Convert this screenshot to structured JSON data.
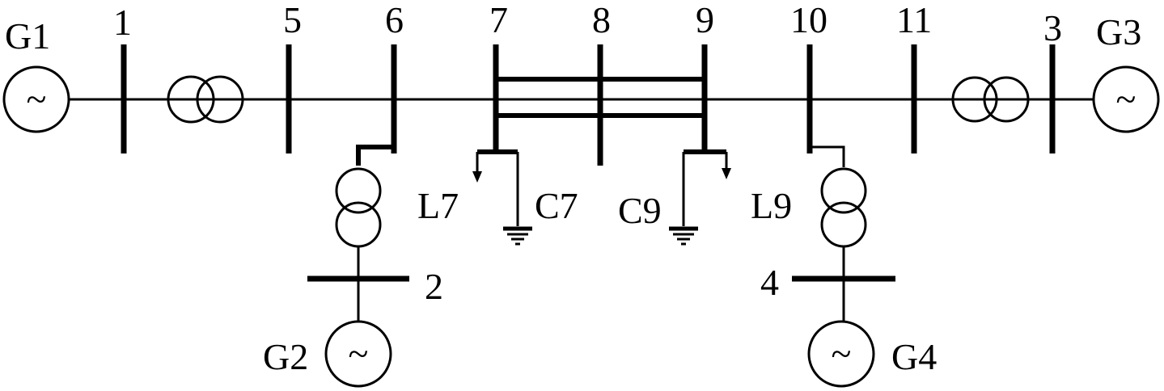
{
  "buses": {
    "b1": "1",
    "b5": "5",
    "b6": "6",
    "b7": "7",
    "b8": "8",
    "b9": "9",
    "b10": "10",
    "b11": "11",
    "b3": "3",
    "b2": "2",
    "b4": "4"
  },
  "generators": {
    "g1": "G1",
    "g2": "G2",
    "g3": "G3",
    "g4": "G4"
  },
  "loads": {
    "l7": "L7",
    "l9": "L9"
  },
  "capacitors": {
    "c7": "C7",
    "c9": "C9"
  },
  "icons": {
    "generator": "generator-icon (circle with tilde)",
    "transformer": "transformer-icon (two overlapping circles)",
    "load": "load-arrow-icon",
    "capacitor": "ground-icon"
  },
  "generator_symbol": "~"
}
